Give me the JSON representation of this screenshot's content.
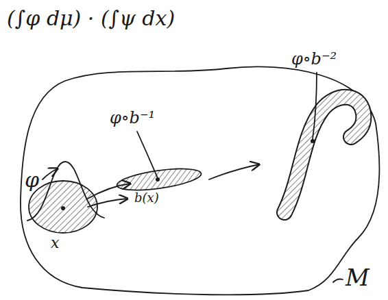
{
  "diagram": {
    "labels": [
      "(∫φ dμ) · (∫ψ dx)",
      "φ∘b⁻¹",
      "φ∘b⁻²",
      "φ",
      "x",
      "b(x)",
      "M"
    ]
  }
}
